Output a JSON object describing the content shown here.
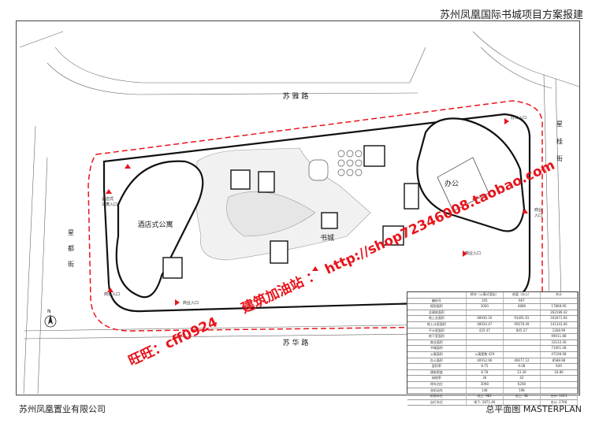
{
  "header": {
    "project_title": "苏州凤凰国际书城项目方案报建"
  },
  "footer": {
    "company": "苏州凤凰置业有限公司",
    "drawing_name": "总平面图 MASTERPLAN"
  },
  "roads": {
    "north": "苏 雅 路",
    "south": "苏 华 路",
    "east": "星 桂 街",
    "west": "星 都 街"
  },
  "buildings": {
    "hotel": "酒店式公寓",
    "bookstore": "书城",
    "office": "办公"
  },
  "entrances": {
    "office_entry": "办公入口",
    "shop_entry_1": "商业入口",
    "shop_entry_2": "商业入口",
    "shop_entry_3": "商业入口",
    "hotel_entry": "酒店式\n公寓入口",
    "hotel_entry_l1": "酒店式",
    "hotel_entry_l2": "公寓入口",
    "east_shop_l1": "商业",
    "east_shop_l2": "入口"
  },
  "north_arrow": "N",
  "watermarks": {
    "line1": "旺旺：cff0924  建筑加油站 ： http://shop72346008.taobao.com",
    "shop_url": "http://shop72346008.taobao.com",
    "wangwang": "旺旺：cff0924",
    "station": "建筑加油站 ："
  },
  "table": {
    "rows": [
      [
        "",
        "地块（公寓式酒店）",
        "苏盘（办公）",
        "合计"
      ],
      [
        "编码号",
        "105",
        "967",
        ""
      ],
      [
        "规划面积",
        "3000",
        "4868",
        "17868.90"
      ],
      [
        "总建筑面积",
        "",
        "",
        "262189.42"
      ],
      [
        "地上总面积",
        "48930.10",
        "91491.81",
        "162671.94"
      ],
      [
        "地上计容面积",
        "48934.47",
        "95678.49",
        "141343.06"
      ],
      [
        "不计容面积",
        "425.47",
        "845.27",
        "1268.99"
      ],
      [
        "地下室面积",
        "",
        "",
        "99011.88"
      ],
      [
        "商业面积",
        "",
        "",
        "33133.36"
      ],
      [
        "书城面积",
        "",
        "",
        "71001.48"
      ],
      [
        "公寓面积",
        "公寓套数 429",
        "",
        "47198.98"
      ],
      [
        "办公面积",
        "40912.96",
        "46677.12",
        "8588.98"
      ],
      [
        "容积率",
        "8.75",
        "9.08",
        "649"
      ],
      [
        "建筑密度",
        "8.78",
        "23.39",
        "18.89"
      ],
      [
        "绿地率",
        "36",
        "42",
        ""
      ],
      [
        "停车泊位",
        "3098",
        "6208",
        ""
      ],
      [
        "非机动车",
        "148",
        "198",
        ""
      ],
      [
        "机动车位",
        "地上: 981",
        "地上: 38",
        "合计: 1021"
      ],
      [
        "自行车位",
        "地下: 2871.46",
        "",
        "合计: 2768"
      ]
    ]
  }
}
